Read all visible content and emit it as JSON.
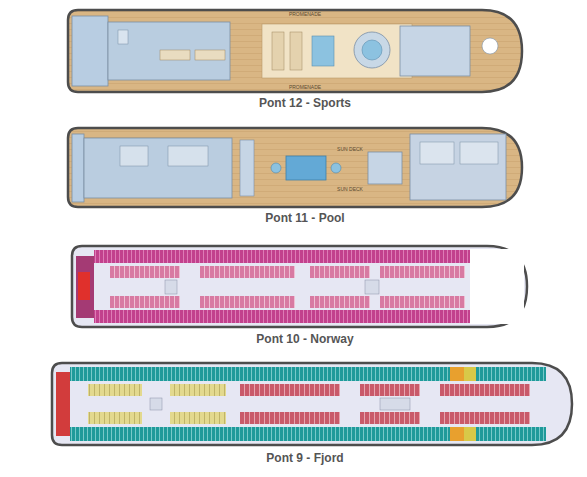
{
  "diagram": {
    "labels": [
      "PROMENADE",
      "PROMENADE",
      "Pont 12 - Sports",
      "SUN DECK",
      "SUN DECK",
      "Pont 11 - Pool",
      "Pont 10 - Norway",
      "Pont 9 - Fjord"
    ]
  }
}
